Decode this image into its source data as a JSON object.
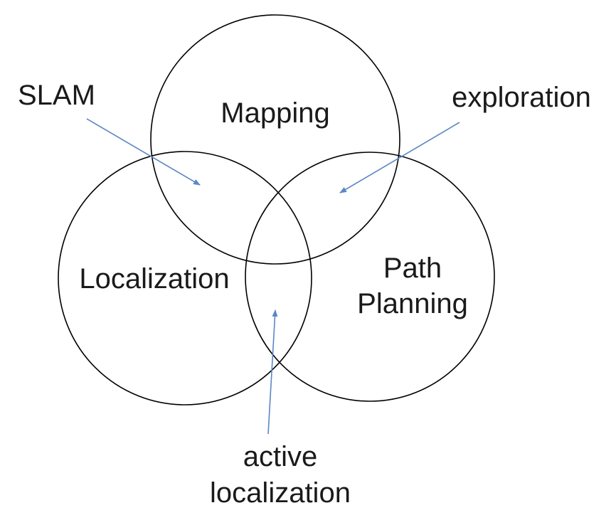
{
  "diagram": {
    "type": "venn-3",
    "background_color": "#ffffff",
    "circle_stroke_color": "#000000",
    "text_color": "#1a1a1a",
    "arrow_color": "#5b87c5",
    "circles": [
      {
        "id": "mapping",
        "label": "Mapping"
      },
      {
        "id": "localization",
        "label": "Localization"
      },
      {
        "id": "path-planning",
        "label": "Path Planning",
        "label_lines": [
          "Path",
          "Planning"
        ]
      }
    ],
    "annotations": [
      {
        "id": "slam",
        "label": "SLAM",
        "points_to": "overlap of Mapping and Localization"
      },
      {
        "id": "exploration",
        "label": "exploration",
        "points_to": "overlap of Mapping and Path Planning"
      },
      {
        "id": "active-localization",
        "label": "active localization",
        "label_lines": [
          "active",
          "localization"
        ],
        "points_to": "overlap of Localization and Path Planning"
      }
    ]
  }
}
